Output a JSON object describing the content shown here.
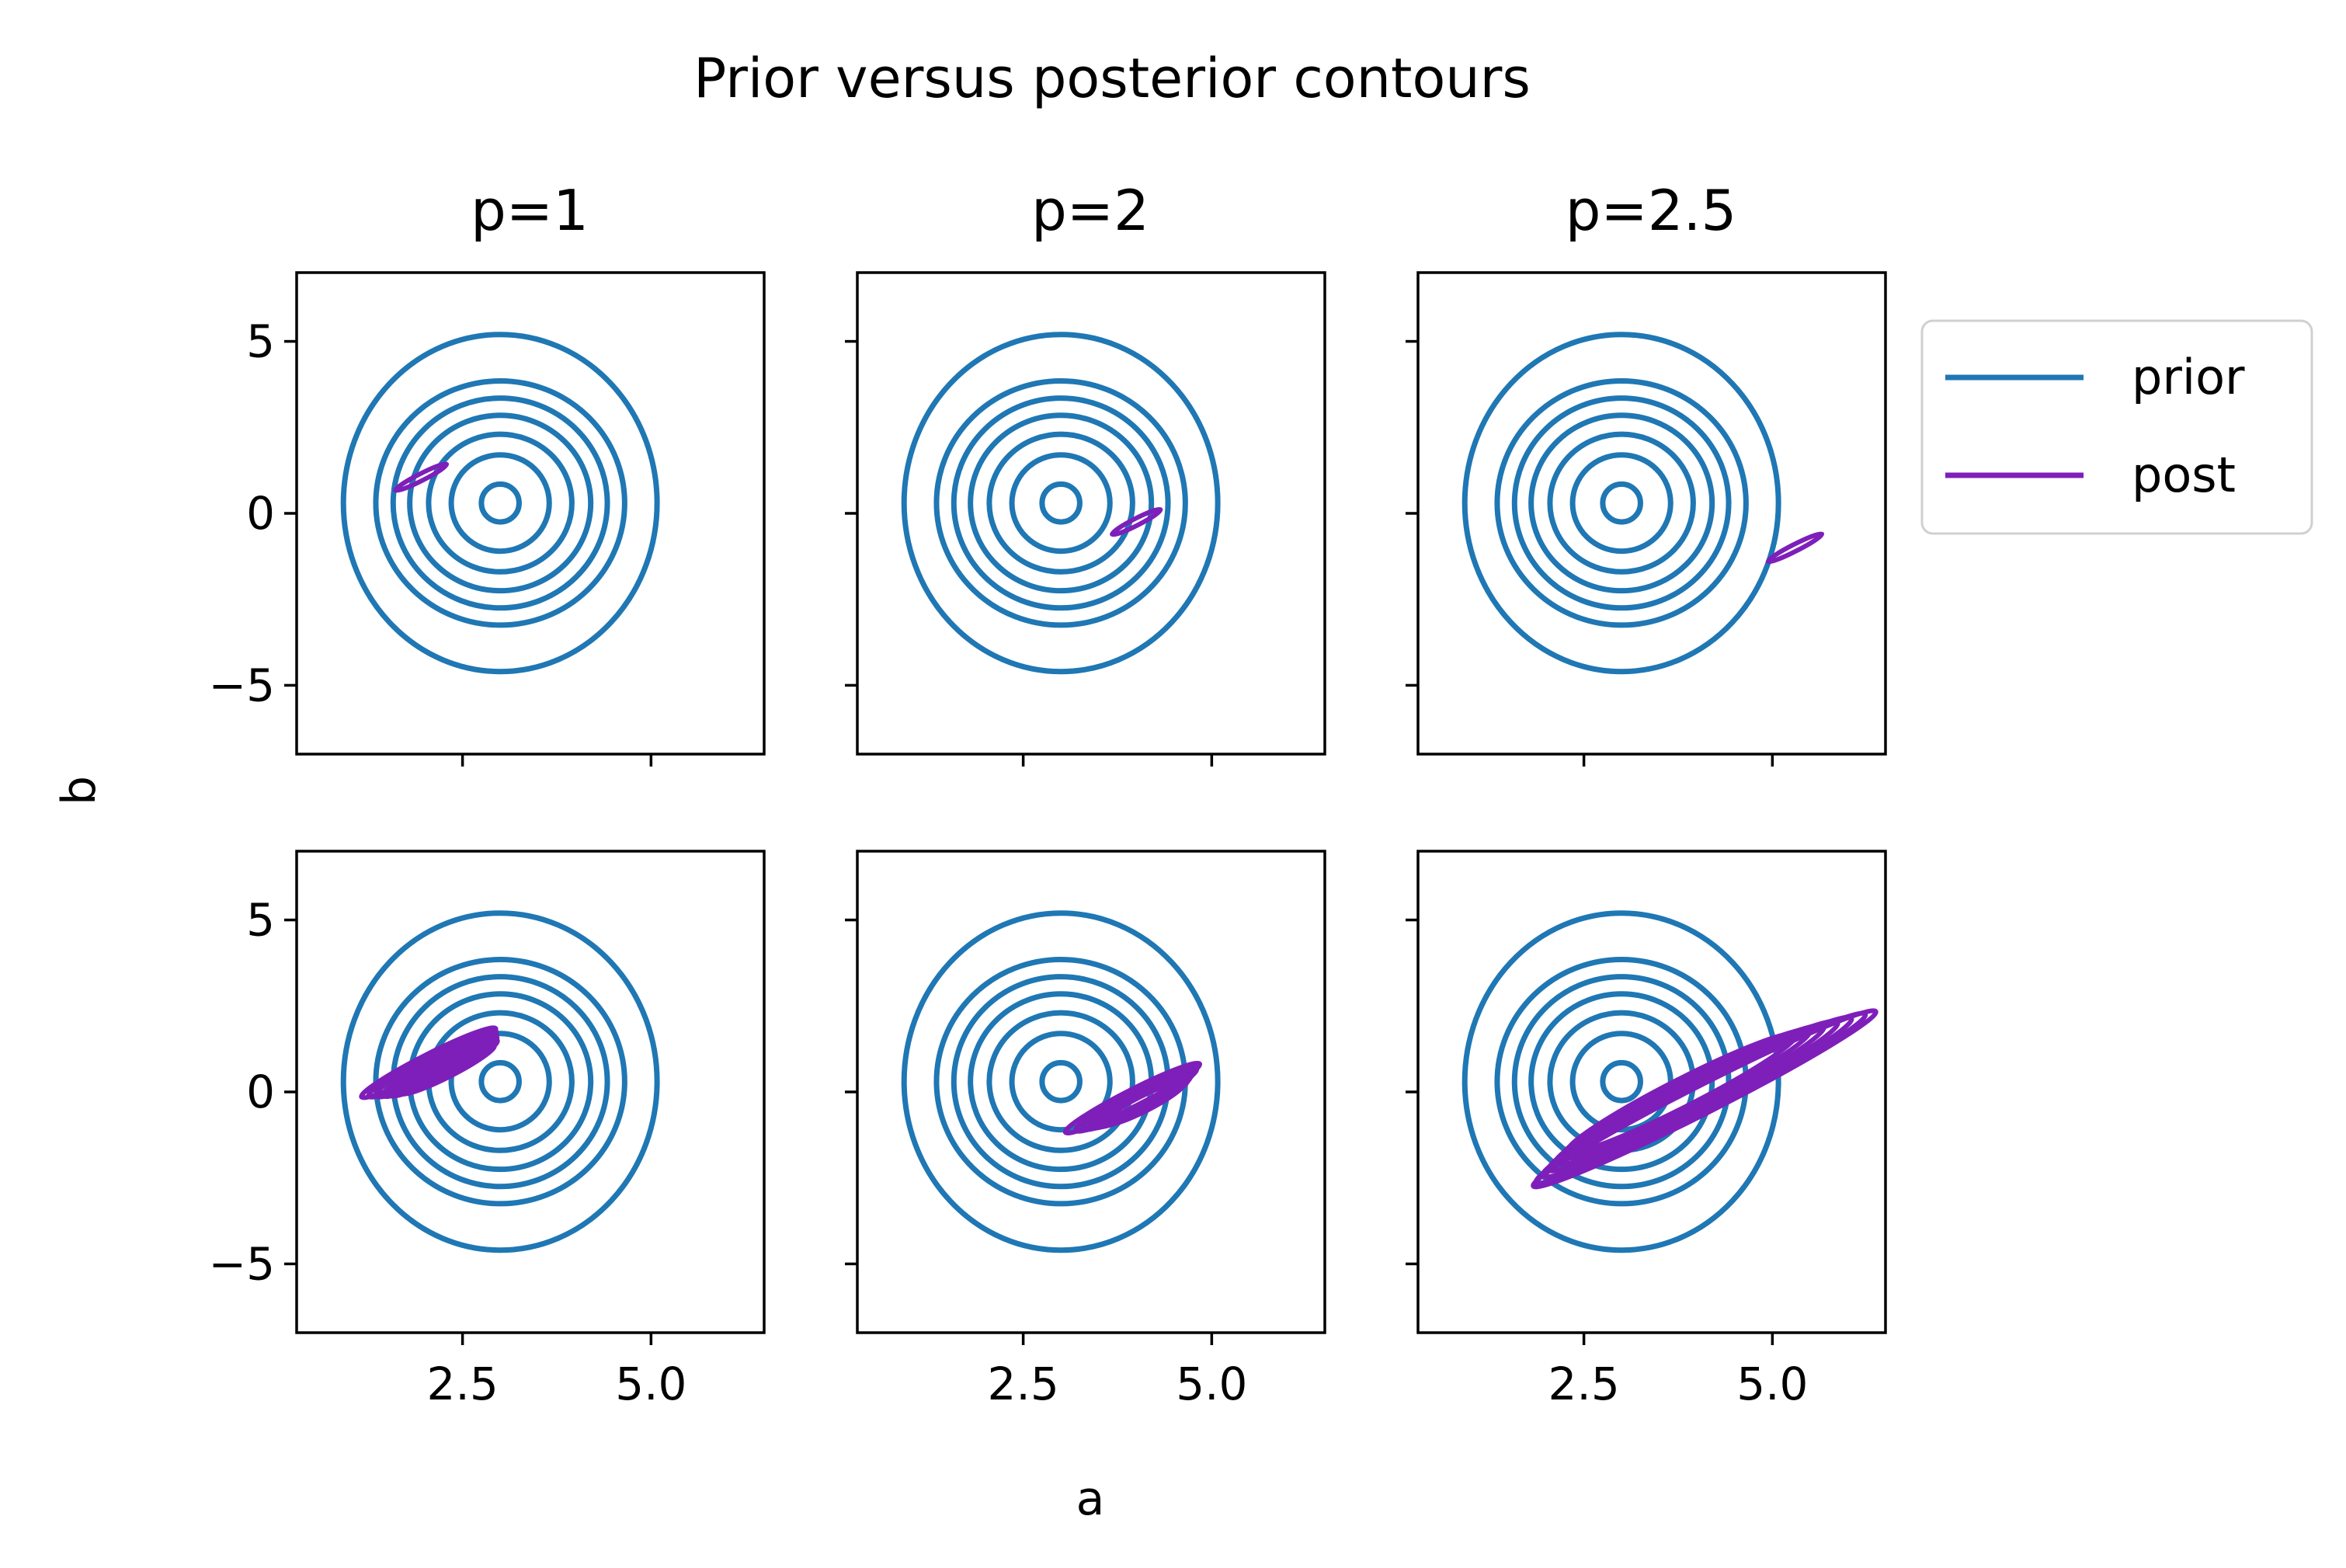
{
  "chart_data": {
    "type": "contour",
    "title": "Prior versus posterior contours",
    "xlabel": "a",
    "ylabel": "b",
    "xlim": [
      0.3,
      6.5
    ],
    "ylim": [
      -7,
      7
    ],
    "xticks": [
      2.5,
      5.0
    ],
    "xtick_labels": [
      "2.5",
      "5.0"
    ],
    "yticks": [
      -5,
      0,
      5
    ],
    "ytick_labels": [
      "−5",
      "0",
      "5"
    ],
    "grid": false,
    "legend": {
      "placement": "outside-right-top",
      "entries": [
        {
          "name": "prior",
          "color": "#1f77b4"
        },
        {
          "name": "post",
          "color": "#7e1fba"
        }
      ]
    },
    "column_titles": [
      "p=1",
      "p=2",
      "p=2.5"
    ],
    "prior": {
      "center": [
        3.0,
        0.3
      ],
      "ellipses": [
        {
          "rx": 0.25,
          "ry": 0.55
        },
        {
          "rx": 0.65,
          "ry": 1.4
        },
        {
          "rx": 0.95,
          "ry": 2.0
        },
        {
          "rx": 1.2,
          "ry": 2.55
        },
        {
          "rx": 1.42,
          "ry": 3.05
        },
        {
          "rx": 1.65,
          "ry": 3.55
        },
        {
          "rx": 2.08,
          "ry": 4.9
        }
      ]
    },
    "panels": [
      {
        "row": 0,
        "col": 0,
        "posterior": [
          {
            "cx": 1.95,
            "cy": 1.05,
            "rx": 0.38,
            "ry": 0.1,
            "angle_deg": -27
          }
        ]
      },
      {
        "row": 0,
        "col": 1,
        "posterior": [
          {
            "cx": 4.0,
            "cy": -0.25,
            "rx": 0.36,
            "ry": 0.1,
            "angle_deg": -27
          }
        ]
      },
      {
        "row": 0,
        "col": 2,
        "posterior": [
          {
            "cx": 5.3,
            "cy": -1.0,
            "rx": 0.4,
            "ry": 0.1,
            "angle_deg": -27
          }
        ]
      },
      {
        "row": 1,
        "col": 0,
        "posterior": [
          {
            "cx": 2.05,
            "cy": 0.85,
            "rx": 1.0,
            "ry": 0.24,
            "angle_deg": -27
          },
          {
            "cx": 2.1,
            "cy": 0.82,
            "rx": 0.95,
            "ry": 0.26,
            "angle_deg": -27
          },
          {
            "cx": 2.15,
            "cy": 0.78,
            "rx": 0.9,
            "ry": 0.28,
            "angle_deg": -27
          },
          {
            "cx": 2.2,
            "cy": 0.74,
            "rx": 0.85,
            "ry": 0.26,
            "angle_deg": -27
          },
          {
            "cx": 2.25,
            "cy": 0.7,
            "rx": 0.8,
            "ry": 0.24,
            "angle_deg": -27
          },
          {
            "cx": 2.3,
            "cy": 0.66,
            "rx": 0.7,
            "ry": 0.22,
            "angle_deg": -27
          }
        ]
      },
      {
        "row": 1,
        "col": 1,
        "posterior": [
          {
            "cx": 3.95,
            "cy": -0.18,
            "rx": 1.0,
            "ry": 0.24,
            "angle_deg": -27
          },
          {
            "cx": 4.0,
            "cy": -0.22,
            "rx": 0.9,
            "ry": 0.26,
            "angle_deg": -27
          },
          {
            "cx": 4.02,
            "cy": -0.25,
            "rx": 0.82,
            "ry": 0.27,
            "angle_deg": -27
          },
          {
            "cx": 4.05,
            "cy": -0.28,
            "rx": 0.75,
            "ry": 0.26,
            "angle_deg": -27
          },
          {
            "cx": 4.08,
            "cy": -0.31,
            "rx": 0.68,
            "ry": 0.24,
            "angle_deg": -27
          },
          {
            "cx": 4.1,
            "cy": -0.34,
            "rx": 0.6,
            "ry": 0.22,
            "angle_deg": -27
          }
        ]
      },
      {
        "row": 1,
        "col": 2,
        "posterior": [
          {
            "cx": 4.1,
            "cy": -0.2,
            "rx": 2.55,
            "ry": 0.4,
            "angle_deg": -27
          },
          {
            "cx": 4.05,
            "cy": -0.18,
            "rx": 2.45,
            "ry": 0.42,
            "angle_deg": -27
          },
          {
            "cx": 4.0,
            "cy": -0.15,
            "rx": 2.3,
            "ry": 0.44,
            "angle_deg": -27
          },
          {
            "cx": 3.95,
            "cy": -0.12,
            "rx": 2.15,
            "ry": 0.45,
            "angle_deg": -27
          },
          {
            "cx": 3.9,
            "cy": -0.09,
            "rx": 2.0,
            "ry": 0.44,
            "angle_deg": -27
          },
          {
            "cx": 3.85,
            "cy": -0.06,
            "rx": 1.85,
            "ry": 0.42,
            "angle_deg": -27
          },
          {
            "cx": 3.8,
            "cy": -0.03,
            "rx": 1.7,
            "ry": 0.4,
            "angle_deg": -27
          }
        ]
      }
    ]
  }
}
